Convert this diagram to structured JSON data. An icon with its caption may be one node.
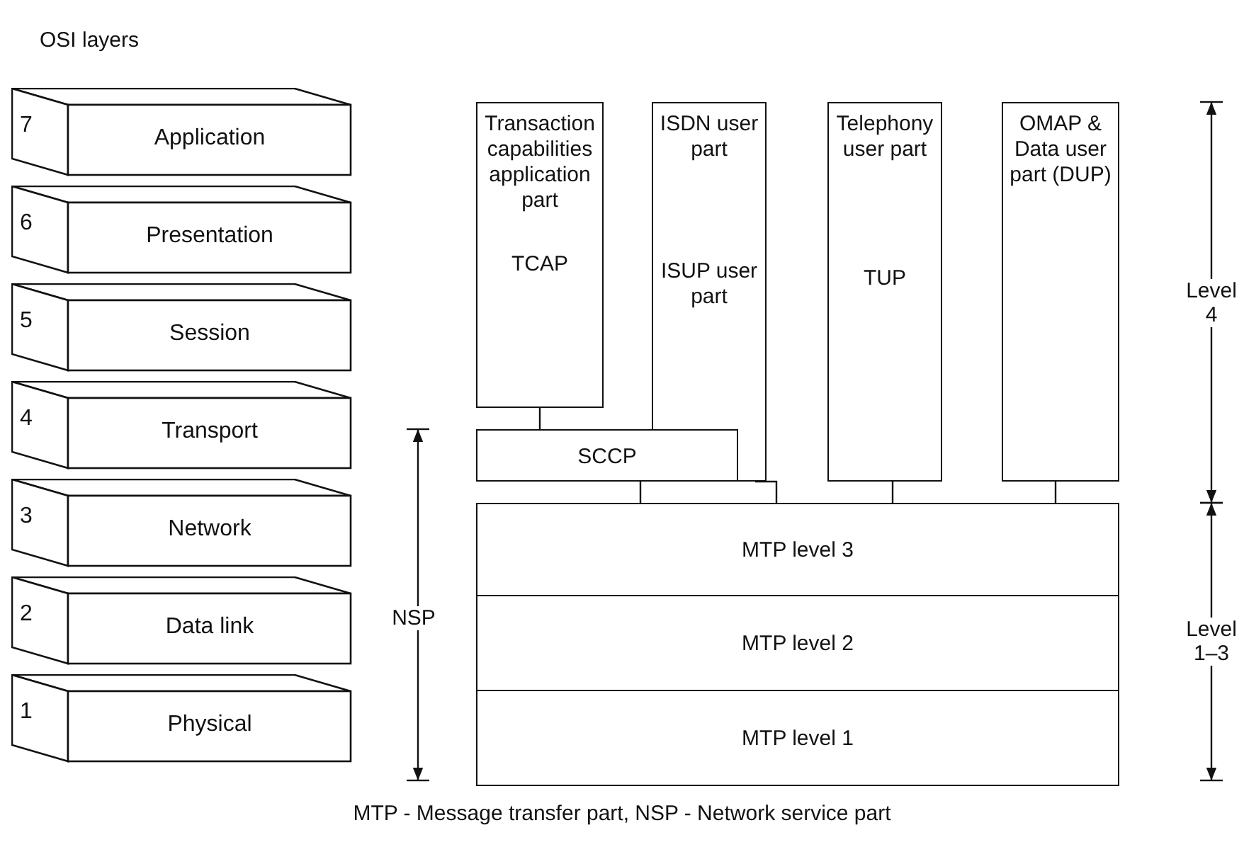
{
  "diagram": {
    "caption": "MTP - Message transfer part, NSP - Network service part",
    "nodes": [
      {
        "text": [
          "7",
          "Application"
        ]
      },
      {
        "text": [
          "6",
          "Presentation"
        ]
      },
      {
        "text": [
          "5",
          "Session"
        ]
      },
      {
        "text": [
          "4",
          "Transport"
        ]
      },
      {
        "text": [
          "3",
          "Network"
        ]
      },
      {
        "text": [
          "2",
          "Data link"
        ]
      },
      {
        "text": [
          "1",
          "Physical"
        ]
      },
      {
        "text": [
          "Transaction capabilities application part",
          "TCAP"
        ]
      },
      {
        "text": [
          "ISDN user part",
          "ISUP user part"
        ]
      },
      {
        "text": [
          "Telephony user part",
          "TUP"
        ]
      },
      {
        "text": [
          "OMAP & Data user part (DUP)"
        ]
      },
      {
        "text": [
          "SCCP"
        ]
      },
      {
        "text": [
          "MTP level 3"
        ]
      },
      {
        "text": [
          "MTP level 2"
        ]
      },
      {
        "text": [
          "MTP level 1"
        ]
      }
    ],
    "edges": [
      {
        "from": 7,
        "to": 11,
        "arrow": "none"
      },
      {
        "from": 11,
        "to": 12,
        "arrow": "none"
      },
      {
        "from": 8,
        "to": 12,
        "arrow": "none"
      },
      {
        "from": 9,
        "to": 12,
        "arrow": "none"
      },
      {
        "from": 10,
        "to": 12,
        "arrow": "none"
      }
    ],
    "labels": [
      "OSI layers",
      "NSP",
      "Level 4",
      "Level 1–3"
    ]
  }
}
